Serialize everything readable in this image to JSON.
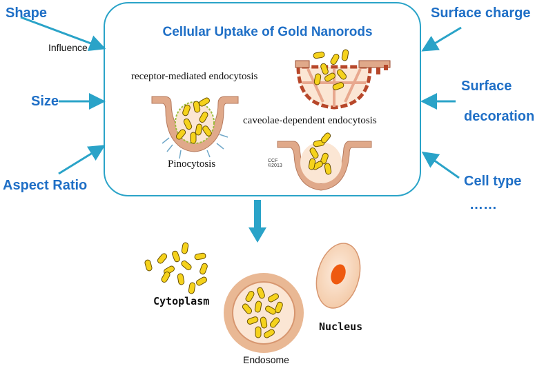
{
  "title": "Cellular Uptake of Gold Nanorods",
  "factors_left": {
    "shape": "Shape",
    "influence": "Influence",
    "size": "Size",
    "aspect_ratio": "Aspect Ratio"
  },
  "factors_right": {
    "surface_charge": "Surface charge",
    "surface_decoration_1": "Surface",
    "surface_decoration_2": "decoration",
    "cell_type": "Cell type",
    "more": "……"
  },
  "pathways": {
    "receptor": "receptor-mediated endocytosis",
    "pinocytosis": "Pinocytosis",
    "caveolae": "caveolae-dependent endocytosis",
    "copyright_1": "CCF",
    "copyright_2": "©2013"
  },
  "destinations": {
    "cytoplasm": "Cytoplasm",
    "endosome": "Endosome",
    "nucleus": "Nucleus"
  },
  "colors": {
    "arrow": "#2aa3c8",
    "label": "#1f6fc6",
    "rod_fill": "#f5d21c",
    "rod_stroke": "#6b5200",
    "membrane": "#e0a98a",
    "nucleus": "#ee5a10"
  }
}
